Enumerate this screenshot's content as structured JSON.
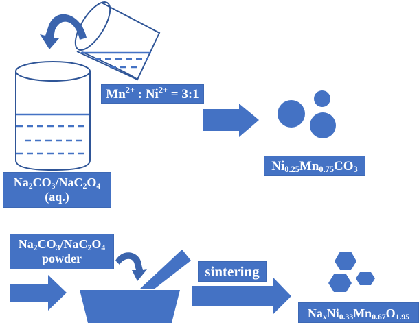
{
  "colors": {
    "accent": "#4472C4",
    "outline": "#2F5597",
    "curved_arrow": "#3B64AD",
    "text_on_accent": "#FFFFFF"
  },
  "labels": {
    "ratio": {
      "parts": [
        [
          "Mn",
          ""
        ],
        [
          "2+",
          "sup"
        ],
        [
          " : Ni",
          ""
        ],
        [
          "2+",
          "sup"
        ],
        [
          " = 3:1",
          ""
        ]
      ]
    },
    "solution": {
      "line1": [
        [
          "Na",
          ""
        ],
        [
          "2",
          "sub"
        ],
        [
          "CO",
          ""
        ],
        [
          "3",
          "sub"
        ],
        [
          "/NaC",
          ""
        ],
        [
          "2",
          "sub"
        ],
        [
          "O",
          ""
        ],
        [
          "4",
          "sub"
        ]
      ],
      "line2": "(aq.)"
    },
    "precursor": {
      "parts": [
        [
          "Ni",
          ""
        ],
        [
          "0.25",
          "sub"
        ],
        [
          "Mn",
          ""
        ],
        [
          "0.75",
          "sub"
        ],
        [
          "CO",
          ""
        ],
        [
          "3",
          "sub"
        ]
      ]
    },
    "powder": {
      "line1": [
        [
          "Na",
          ""
        ],
        [
          "2",
          "sub"
        ],
        [
          "CO",
          ""
        ],
        [
          "3",
          "sub"
        ],
        [
          "/NaC",
          ""
        ],
        [
          "2",
          "sub"
        ],
        [
          "O",
          ""
        ],
        [
          "4",
          "sub"
        ]
      ],
      "line2": "powder"
    },
    "sintering": "sintering",
    "product": {
      "parts": [
        [
          "Na",
          ""
        ],
        [
          "x",
          "subi"
        ],
        [
          "Ni",
          ""
        ],
        [
          "0.33",
          "sub"
        ],
        [
          "Mn",
          ""
        ],
        [
          "0.67",
          "sub"
        ],
        [
          "O",
          ""
        ],
        [
          "1.95",
          "sub"
        ]
      ]
    }
  }
}
